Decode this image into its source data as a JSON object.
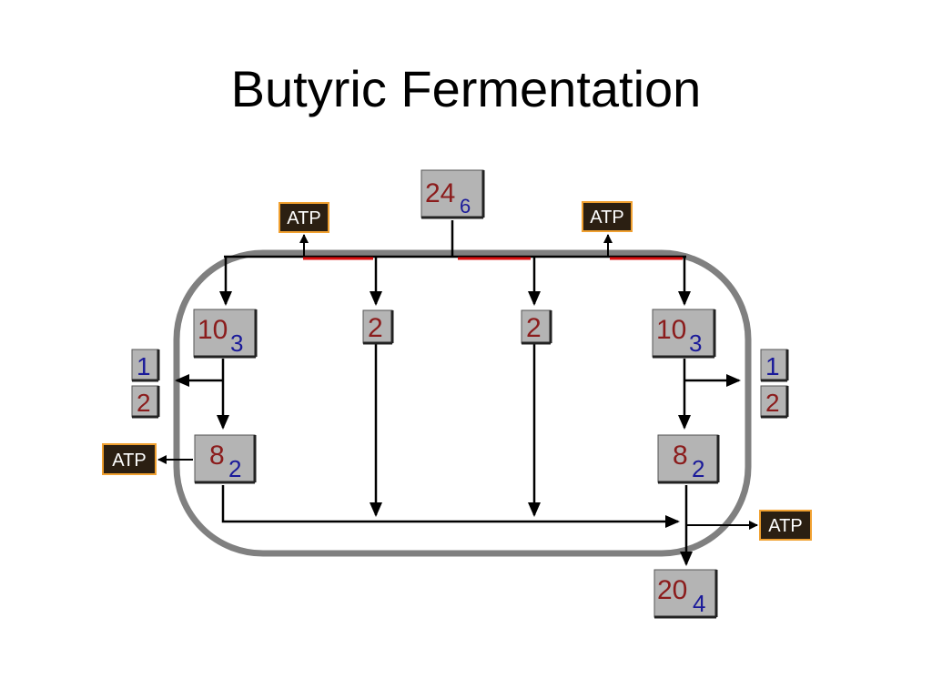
{
  "title": "Butyric Fermentation",
  "colors": {
    "number_main": "#8b1c1c",
    "number_sub": "#1a1a9a",
    "box_fill": "#b4b4b4",
    "atp_fill": "#2b1f12",
    "atp_border": "#f0a030",
    "cell_outline": "#808080",
    "red_segment": "#dd1111"
  },
  "nodes": {
    "source": {
      "main": "24",
      "sub": "6"
    },
    "left_top": {
      "main": "10",
      "sub": "3"
    },
    "mid_left": {
      "main": "2"
    },
    "mid_right": {
      "main": "2"
    },
    "right_top": {
      "main": "10",
      "sub": "3"
    },
    "left_side_1": {
      "main": "1"
    },
    "left_side_2": {
      "main": "2"
    },
    "right_side_1": {
      "main": "1"
    },
    "right_side_2": {
      "main": "2"
    },
    "left_mid": {
      "main": "8",
      "sub": "2"
    },
    "right_mid": {
      "main": "8",
      "sub": "2"
    },
    "product": {
      "main": "20",
      "sub": "4"
    }
  },
  "atp": {
    "top_left": "ATP",
    "top_right": "ATP",
    "left": "ATP",
    "right": "ATP"
  }
}
